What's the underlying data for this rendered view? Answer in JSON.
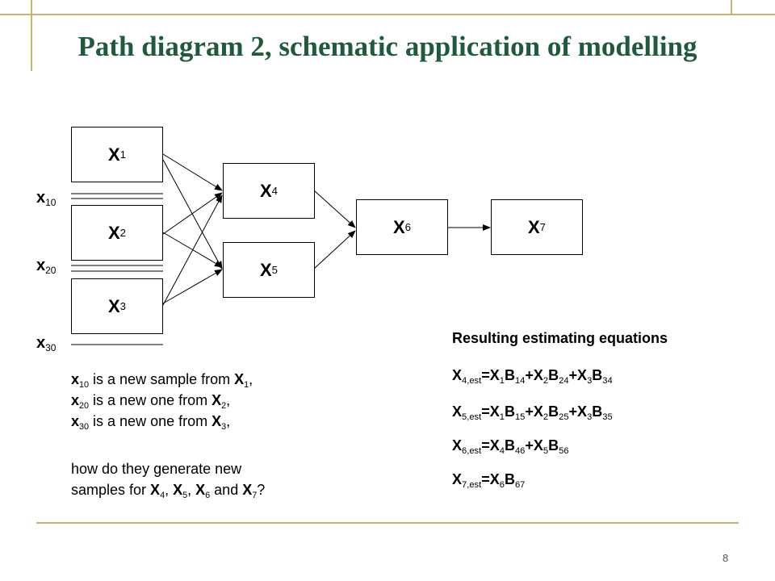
{
  "title": "Path diagram 2, schematic application of modelling",
  "page_number": "8",
  "nodes": {
    "x1": {
      "base": "X",
      "sub": "1"
    },
    "x2": {
      "base": "X",
      "sub": "2"
    },
    "x3": {
      "base": "X",
      "sub": "3"
    },
    "x4": {
      "base": "X",
      "sub": "4"
    },
    "x5": {
      "base": "X",
      "sub": "5"
    },
    "x6": {
      "base": "X",
      "sub": "6"
    },
    "x7": {
      "base": "X",
      "sub": "7"
    }
  },
  "new_samples": {
    "x10": {
      "base": "x",
      "sub": "10"
    },
    "x20": {
      "base": "x",
      "sub": "20"
    },
    "x30": {
      "base": "x",
      "sub": "30"
    }
  },
  "description": {
    "line1": {
      "s1": "x",
      "s1sub": "10",
      "t1": " is a new sample from ",
      "s2": "X",
      "s2sub": "1",
      "t2": ","
    },
    "line2": {
      "s1": "x",
      "s1sub": "20",
      "t1": " is a new one from ",
      "s2": "X",
      "s2sub": "2",
      "t2": ","
    },
    "line3": {
      "s1": "x",
      "s1sub": "30",
      "t1": " is a new one from ",
      "s2": "X",
      "s2sub": "3",
      "t2": ","
    },
    "line4": "how do they generate new",
    "line5": {
      "t0": "samples for ",
      "a": "X",
      "asub": "4",
      "c1": ", ",
      "b": "X",
      "bsub": "5",
      "c2": ", ",
      "c": "X",
      "csub": "6",
      "and": " and ",
      "d": "X",
      "dsub": "7",
      "q": "?"
    }
  },
  "equations": {
    "heading": "Resulting estimating equations",
    "eq4": {
      "lhs": "X",
      "lhs_sub": "4,est",
      "eq": "=",
      "terms": [
        [
          "X",
          "1"
        ],
        [
          "B",
          "14"
        ],
        [
          "+X",
          "2"
        ],
        [
          "B",
          "24"
        ],
        [
          "+X",
          "3"
        ],
        [
          "B",
          "34"
        ]
      ]
    },
    "eq5": {
      "lhs": "X",
      "lhs_sub": "5,est",
      "eq": "=",
      "terms": [
        [
          "X",
          "1"
        ],
        [
          "B",
          "15"
        ],
        [
          "+X",
          "2"
        ],
        [
          "B",
          "25"
        ],
        [
          "+X",
          "3"
        ],
        [
          "B",
          "35"
        ]
      ]
    },
    "eq6": {
      "lhs": "X",
      "lhs_sub": "6,est",
      "eq": "=",
      "terms": [
        [
          "X",
          "4"
        ],
        [
          "B",
          "46"
        ],
        [
          "+X",
          "5"
        ],
        [
          "B",
          "56"
        ]
      ]
    },
    "eq7": {
      "lhs": "X",
      "lhs_sub": "7,est",
      "eq": "=",
      "terms": [
        [
          "X",
          "6"
        ],
        [
          "B",
          "67"
        ]
      ]
    }
  }
}
